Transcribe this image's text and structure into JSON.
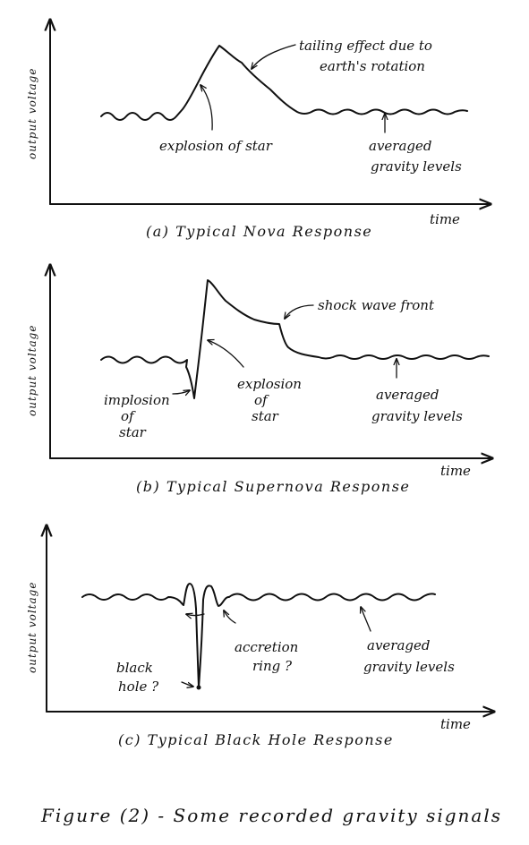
{
  "panels": [
    {
      "y_axis_label": "output voltage",
      "x_axis_label": "time",
      "caption": "(a) Typical Nova Response",
      "annotations": {
        "tail_line1": "tailing effect due to",
        "tail_line2": "earth's rotation",
        "explosion": "explosion of star",
        "avg_line1": "averaged",
        "avg_line2": "gravity levels"
      }
    },
    {
      "y_axis_label": "output voltage",
      "x_axis_label": "time",
      "caption": "(b) Typical Supernova Response",
      "annotations": {
        "shock": "shock wave front",
        "implosion_line1": "implosion",
        "implosion_line2": "of",
        "implosion_line3": "star",
        "explosion_line1": "explosion",
        "explosion_line2": "of",
        "explosion_line3": "star",
        "avg_line1": "averaged",
        "avg_line2": "gravity levels"
      }
    },
    {
      "y_axis_label": "output voltage",
      "x_axis_label": "time",
      "caption": "(c) Typical Black Hole Response",
      "annotations": {
        "bh_line1": "black",
        "bh_line2": "hole ?",
        "ring_line1": "accretion",
        "ring_line2": "ring ?",
        "avg_line1": "averaged",
        "avg_line2": "gravity levels"
      }
    }
  ],
  "figure_caption": "Figure (2) - Some recorded gravity signals"
}
